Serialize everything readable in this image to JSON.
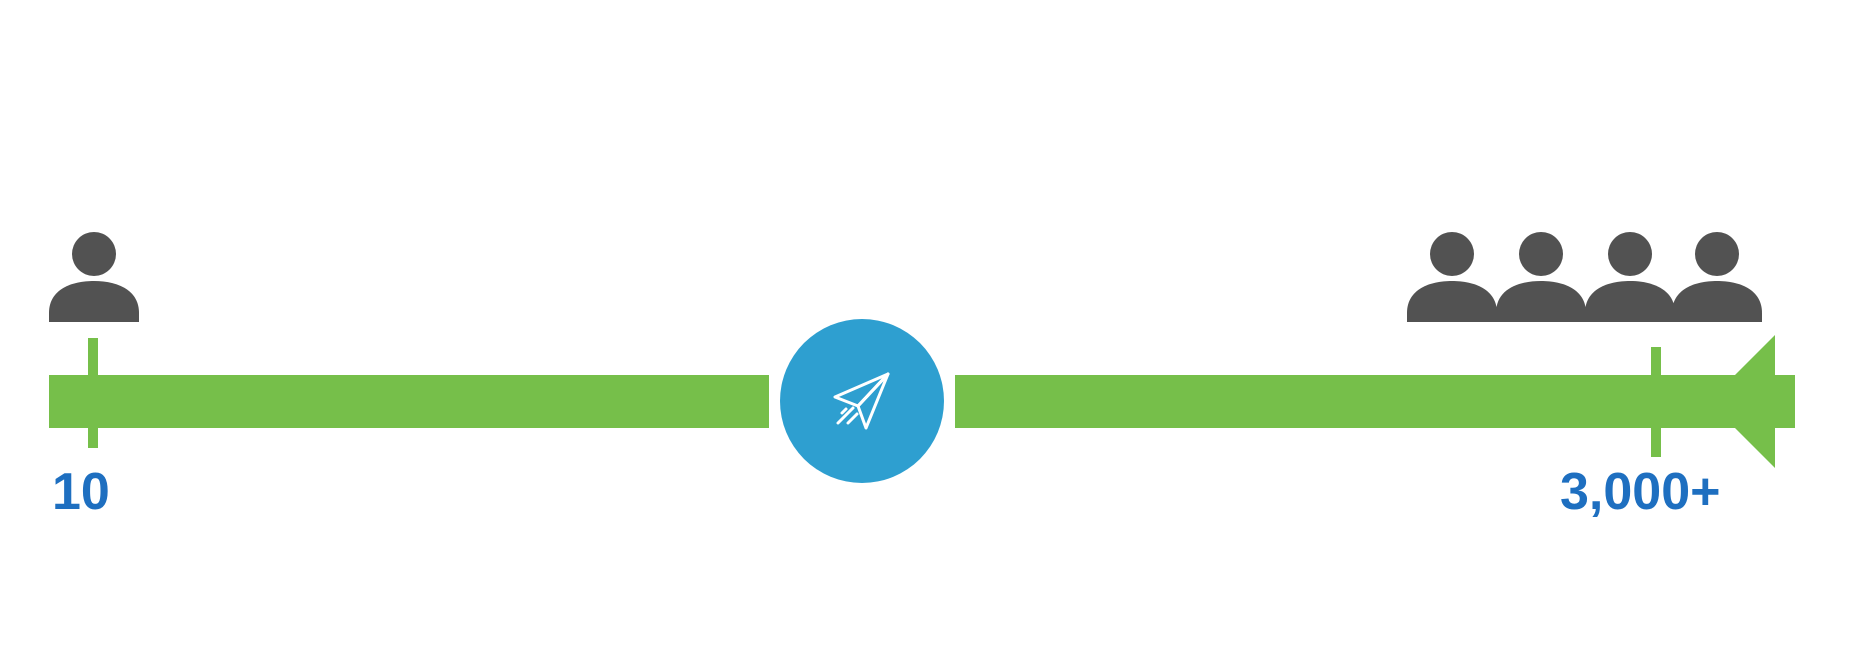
{
  "labels": {
    "start_value": "10",
    "end_value": "3,000+"
  },
  "start_group": {
    "icon": "person-icon",
    "count": 1
  },
  "end_group": {
    "icon": "person-icon",
    "count": 4
  },
  "center_icon": "paper-plane-icon",
  "colors": {
    "bar": "#76BF4A",
    "circle": "#2E9FD0",
    "person": "#525252",
    "label": "#1E6FC0",
    "plane": "#ffffff"
  }
}
